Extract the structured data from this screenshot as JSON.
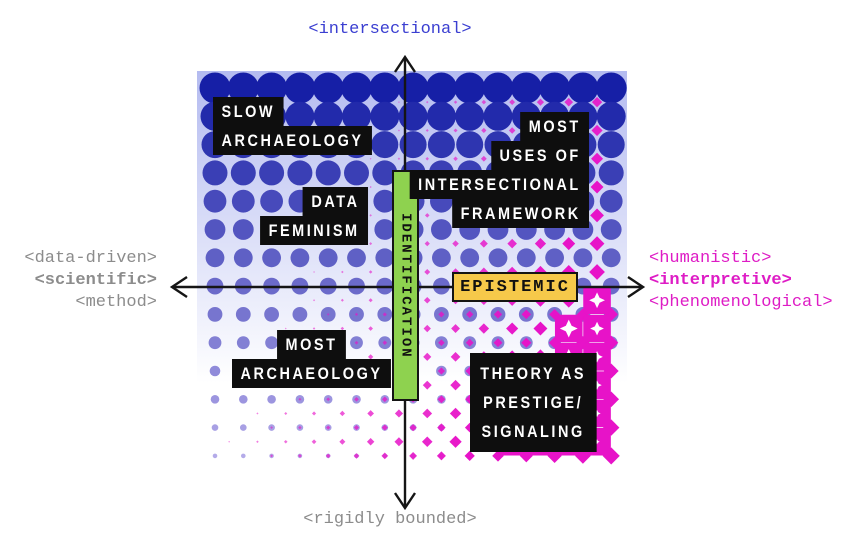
{
  "diagram": {
    "axis_vertical": {
      "top_label": "<intersectional>",
      "bottom_label": "<rigidly bounded>",
      "badge": "IDENTIFICATION"
    },
    "axis_horizontal": {
      "left_labels": [
        "<data-driven>",
        "<scientific>",
        "<method>"
      ],
      "right_labels": [
        "<humanistic>",
        "<interpretive>",
        "<phenomenological>"
      ],
      "badge": "EPISTEMIC"
    },
    "quadrant_labels": {
      "top_left": {
        "lines": [
          "SLOW",
          "ARCHAEOLOGY"
        ]
      },
      "mid_left": {
        "lines": [
          "DATA",
          "FEMINISM"
        ]
      },
      "top_right": {
        "lines": [
          "MOST",
          "USES OF",
          "INTERSECTIONAL",
          "FRAMEWORK"
        ]
      },
      "bottom_left": {
        "lines": [
          "MOST",
          "ARCHAEOLOGY"
        ]
      },
      "bottom_right": {
        "lines": [
          "THEORY AS",
          "PRESTIGE/",
          "SIGNALING"
        ]
      }
    }
  },
  "colors": {
    "blue_label": "#3b3fd1",
    "gray_label": "#8c8c8c",
    "magenta_label": "#de1cc5",
    "green_badge": "#8ed24f",
    "yellow_badge": "#f6c94a",
    "badge_text": "#111111",
    "box_black": "#0e0e0e",
    "box_text": "#ffffff",
    "axis_stroke": "#151515",
    "wash_top": "#b4bbf0"
  },
  "pattern": {
    "blue_top": "#161fa6",
    "blue_bottom": "#b4abe9",
    "magenta": "#e713c8"
  }
}
